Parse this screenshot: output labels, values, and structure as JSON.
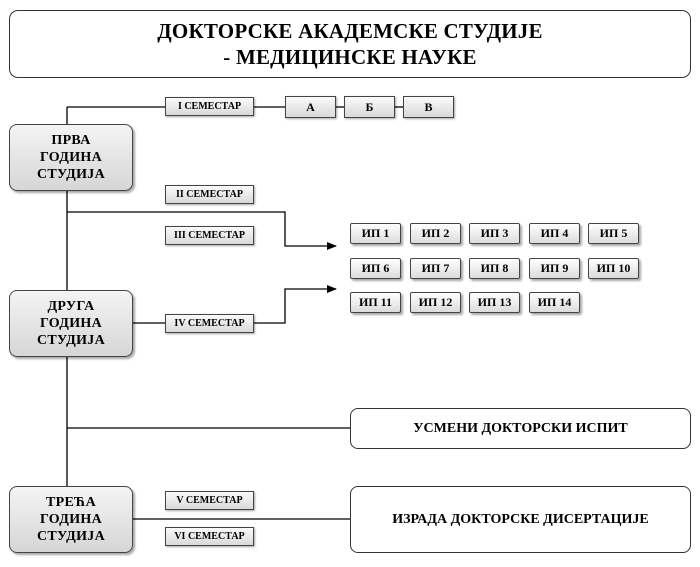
{
  "title": {
    "line1": "ДОКТОРСКЕ АКАДЕМСКЕ СТУДИЈЕ",
    "line2": "- МЕДИЦИНСКЕ НАУКЕ"
  },
  "years": [
    {
      "lines": [
        "ПРВА",
        "ГОДИНА",
        "СТУДИЈА"
      ]
    },
    {
      "lines": [
        "ДРУГА",
        "ГОДИНА",
        "СТУДИЈА"
      ]
    },
    {
      "lines": [
        "ТРЕЋА",
        "ГОДИНА",
        "СТУДИЈА"
      ]
    }
  ],
  "semesters": [
    "I СЕМЕСТАР",
    "II СЕМЕСТАР",
    "III СЕМЕСТАР",
    "IV СЕМЕСТАР",
    "V СЕМЕСТАР",
    "VI СЕМЕСТАР"
  ],
  "modules": [
    "А",
    "Б",
    "В"
  ],
  "ip_courses": [
    "ИП 1",
    "ИП 2",
    "ИП 3",
    "ИП 4",
    "ИП 5",
    "ИП 6",
    "ИП 7",
    "ИП 8",
    "ИП 9",
    "ИП 10",
    "ИП 11",
    "ИП 12",
    "ИП 13",
    "ИП 14"
  ],
  "oral_exam": "УСМЕНИ ДОКТОРСКИ ИСПИТ",
  "dissertation": "ИЗРАДА ДОКТОРСКЕ ДИСЕРТАЦИЈЕ"
}
